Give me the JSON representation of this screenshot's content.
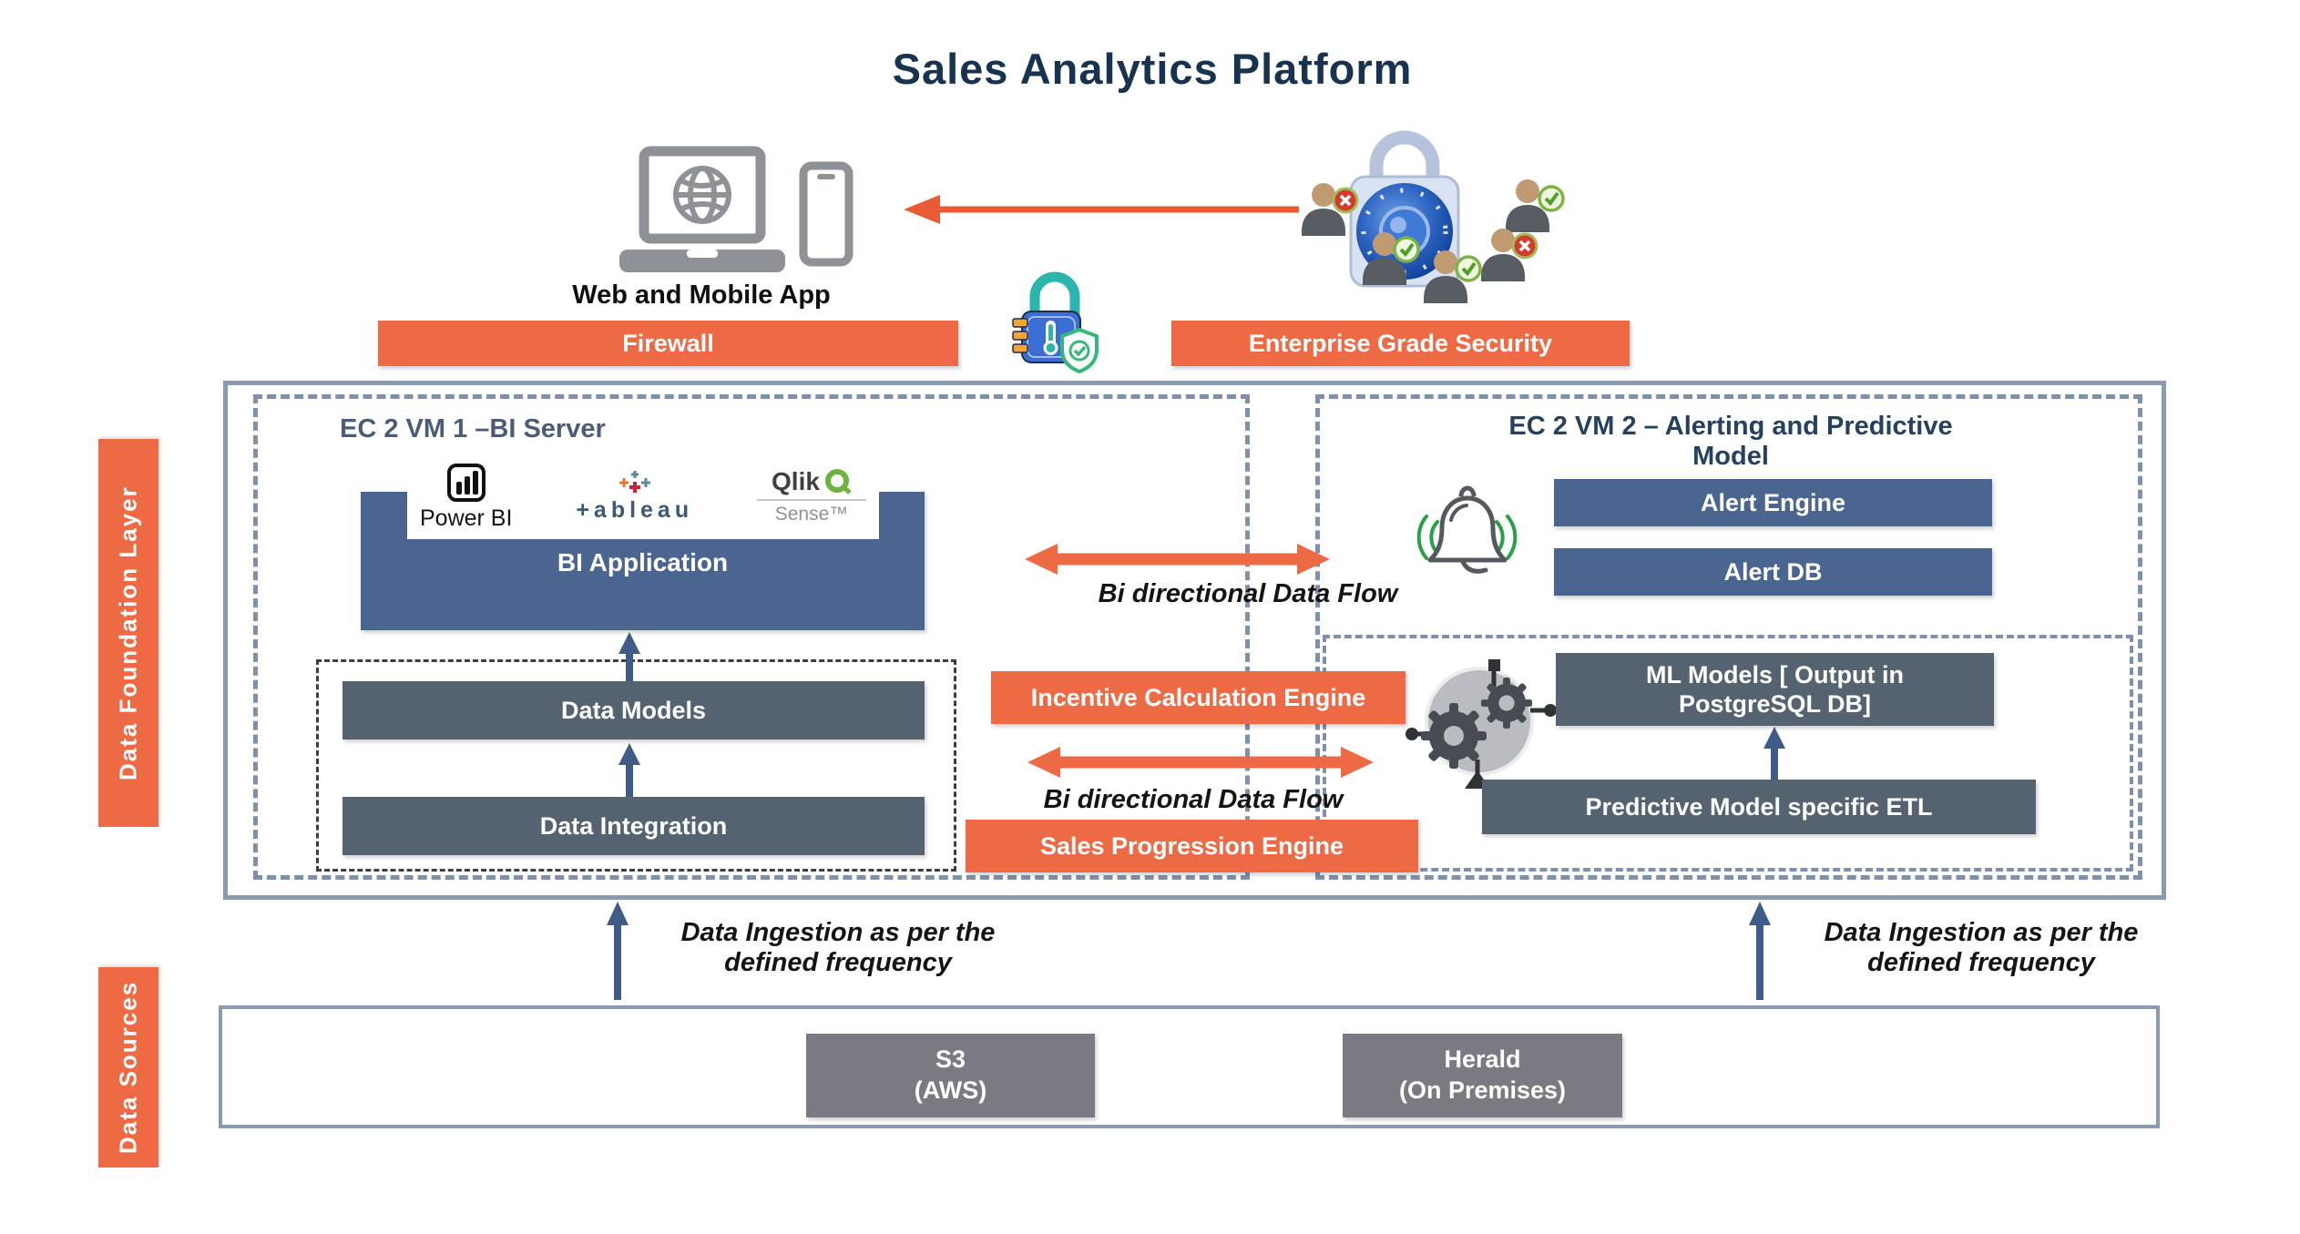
{
  "title": "Sales Analytics Platform",
  "colors": {
    "accent_orange": "#ED6A45",
    "arrow_orange": "#E85B35",
    "navy_title": "#17334E",
    "blue_bar": "#4A6690",
    "slate_bar": "#54636F",
    "gray_source_box": "#7B7A82",
    "frame_border": "#8A9AB1",
    "arrow_blue": "#3F5C88"
  },
  "top": {
    "web_mobile": "Web and Mobile App",
    "firewall": "Firewall",
    "enterprise_security": "Enterprise Grade Security"
  },
  "foundation": {
    "side_label": "Data Foundation Layer",
    "vm1": {
      "title": "EC 2 VM 1 –BI Server",
      "bi_application": "BI Application",
      "data_models": "Data Models",
      "data_integration": "Data Integration",
      "logos": {
        "powerbi": "Power BI",
        "tableau": "+ableau",
        "qlik_name": "Qlik",
        "qlik_product": "Sense™"
      }
    },
    "middle": {
      "flow_top": "Bi directional Data Flow",
      "incentive_engine": "Incentive Calculation Engine",
      "flow_bottom": "Bi directional Data Flow",
      "sales_engine": "Sales Progression Engine"
    },
    "vm2": {
      "title_line1": "EC 2 VM 2 – Alerting and Predictive",
      "title_line2": "Model",
      "alert_engine": "Alert Engine",
      "alert_db": "Alert DB",
      "ml_models": "ML Models [ Output in PostgreSQL DB]",
      "predictive_etl": "Predictive Model specific ETL"
    }
  },
  "ingestion": {
    "left": "Data Ingestion as per the\ndefined frequency",
    "right": "Data Ingestion as per the\ndefined frequency"
  },
  "sources": {
    "side_label": "Data Sources",
    "s3": "S3\n(AWS)",
    "herald": "Herald\n(On Premises)"
  }
}
